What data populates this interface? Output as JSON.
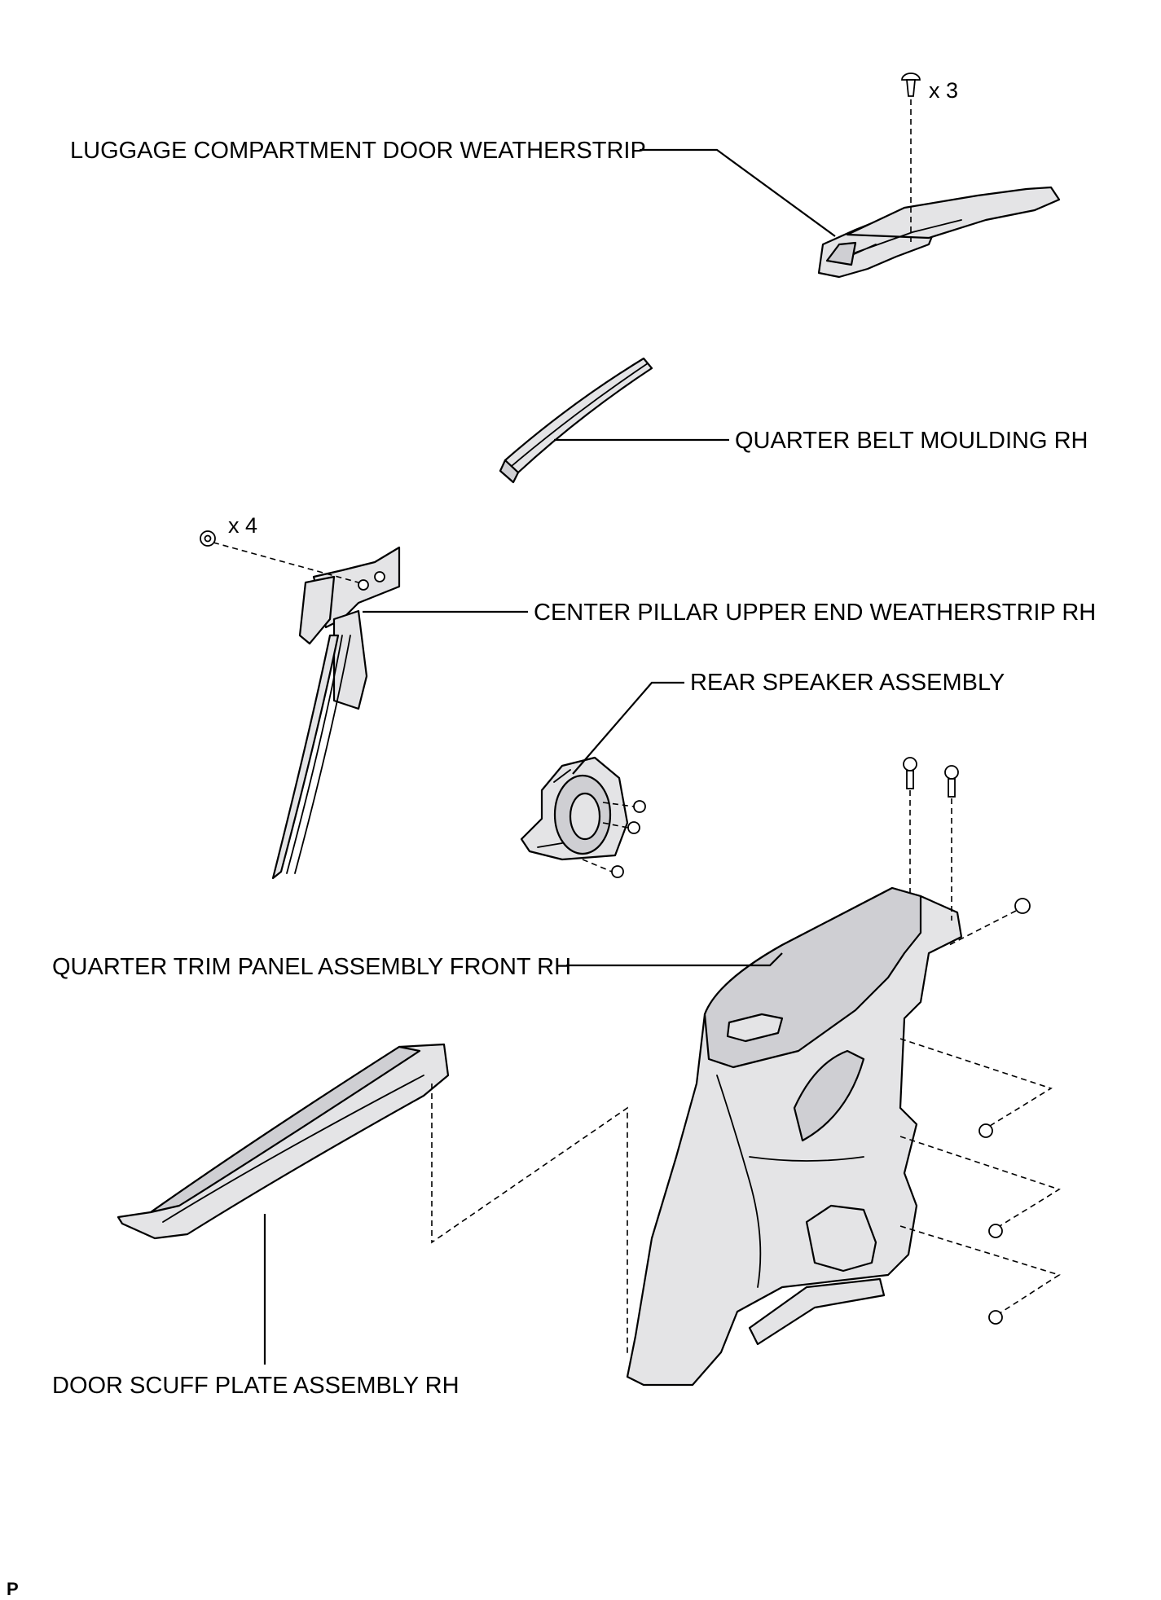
{
  "labels": {
    "luggage_weatherstrip": "LUGGAGE COMPARTMENT DOOR WEATHERSTRIP",
    "quarter_belt": "QUARTER BELT MOULDING RH",
    "center_pillar": "CENTER PILLAR UPPER END WEATHERSTRIP RH",
    "rear_speaker": "REAR SPEAKER ASSEMBLY",
    "quarter_trim": "QUARTER TRIM PANEL ASSEMBLY FRONT RH",
    "door_scuff": "DOOR SCUFF PLATE ASSEMBLY RH"
  },
  "quantities": {
    "luggage_clips": "x 3",
    "pillar_clips": "x 4"
  },
  "corner_mark": "P"
}
